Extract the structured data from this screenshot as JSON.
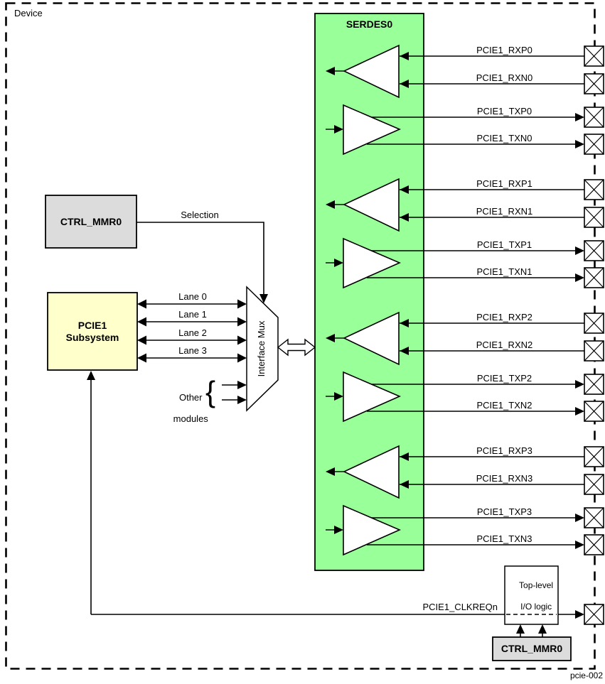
{
  "device": {
    "label": "Device",
    "figure_id": "pcie-002"
  },
  "colors": {
    "serdes_green": "#99FF99",
    "subsystem_yellow": "#FFFFCC",
    "mmr_gray": "#DCDCDC"
  },
  "serdes": {
    "title": "SERDES0"
  },
  "ctrl_mmr_top": {
    "label": "CTRL_MMR0"
  },
  "selection": {
    "label": "Selection"
  },
  "subsystem": {
    "line1": "PCIE1",
    "line2": "Subsystem"
  },
  "mux": {
    "label": "Interface Mux"
  },
  "lanes": [
    {
      "label": "Lane 0"
    },
    {
      "label": "Lane 1"
    },
    {
      "label": "Lane 2"
    },
    {
      "label": "Lane 3"
    }
  ],
  "other_modules": {
    "line1": "Other",
    "line2": "modules",
    "brace": "{"
  },
  "signals": [
    {
      "label": "PCIE1_RXP0"
    },
    {
      "label": "PCIE1_RXN0"
    },
    {
      "label": "PCIE1_TXP0"
    },
    {
      "label": "PCIE1_TXN0"
    },
    {
      "label": "PCIE1_RXP1"
    },
    {
      "label": "PCIE1_RXN1"
    },
    {
      "label": "PCIE1_TXP1"
    },
    {
      "label": "PCIE1_TXN1"
    },
    {
      "label": "PCIE1_RXP2"
    },
    {
      "label": "PCIE1_RXN2"
    },
    {
      "label": "PCIE1_TXP2"
    },
    {
      "label": "PCIE1_TXN2"
    },
    {
      "label": "PCIE1_RXP3"
    },
    {
      "label": "PCIE1_RXN3"
    },
    {
      "label": "PCIE1_TXP3"
    },
    {
      "label": "PCIE1_TXN3"
    }
  ],
  "clkreq": {
    "label": "PCIE1_CLKREQn"
  },
  "io_logic": {
    "line1": "Top-level",
    "line2": "I/O logic"
  },
  "ctrl_mmr_bottom": {
    "label": "CTRL_MMR0"
  }
}
